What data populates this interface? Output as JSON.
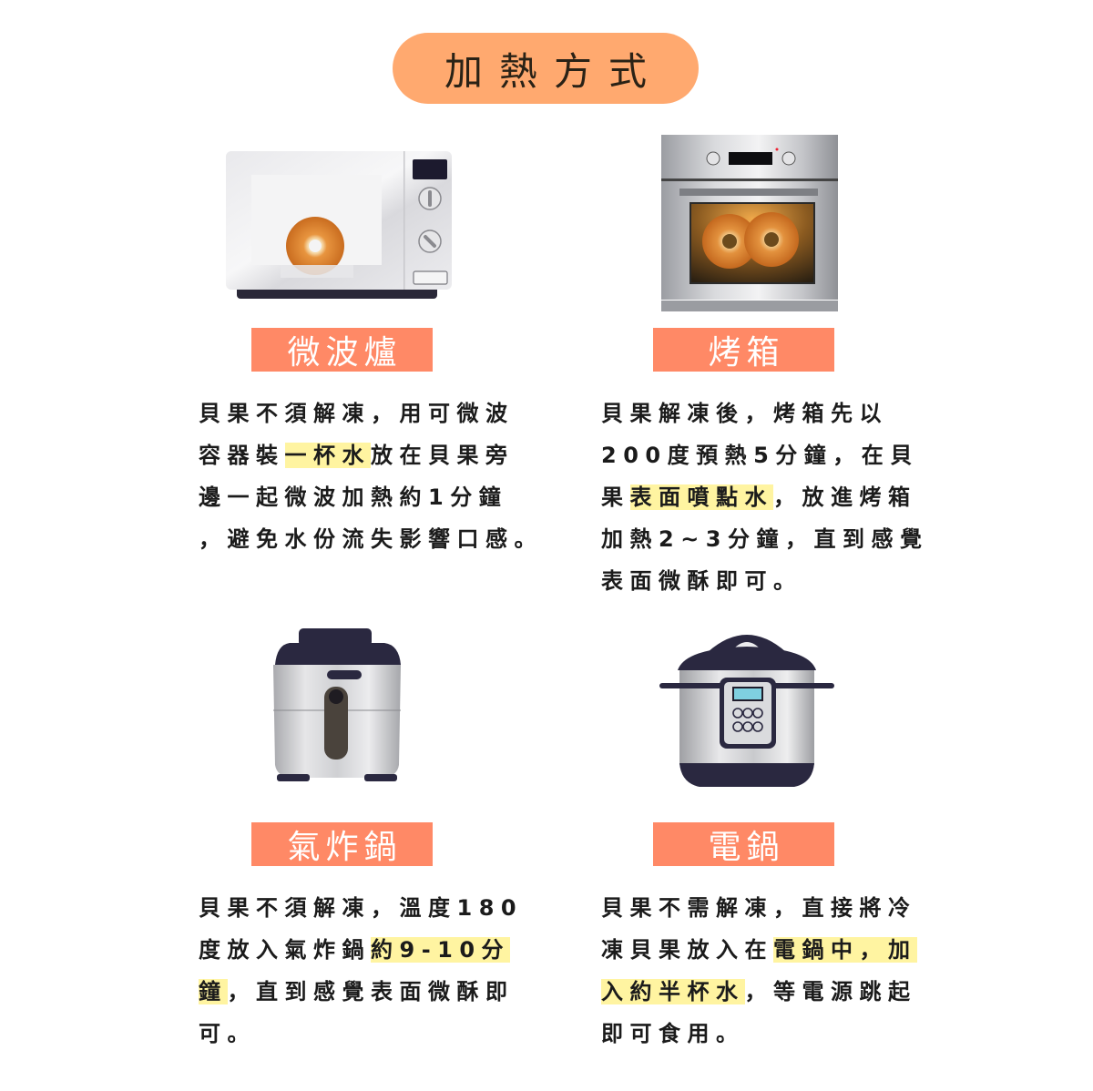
{
  "header": {
    "title": "加熱方式"
  },
  "colors": {
    "title_pill": "#FFA96F",
    "label_box": "#FF8966",
    "highlight": "#FFF4A1",
    "text": "#1b1b1b"
  },
  "methods": [
    {
      "name": "微波爐",
      "icon": "microwave-icon",
      "lines": [
        [
          {
            "t": "貝果不須解凍，用可微波"
          }
        ],
        [
          {
            "t": "容器裝"
          },
          {
            "t": "一杯水",
            "hl": true
          },
          {
            "t": "放在貝果旁"
          }
        ],
        [
          {
            "t": "邊一起微波加熱約1分鐘"
          }
        ],
        [
          {
            "t": "，避免水份流失影響口感。"
          }
        ]
      ]
    },
    {
      "name": "烤箱",
      "icon": "oven-icon",
      "lines": [
        [
          {
            "t": "貝果解凍後，烤箱先以"
          }
        ],
        [
          {
            "t": "200度預熱5分鐘，在貝"
          }
        ],
        [
          {
            "t": "果"
          },
          {
            "t": "表面噴點水",
            "hl": true
          },
          {
            "t": "，放進烤箱"
          }
        ],
        [
          {
            "t": "加熱2~3分鐘，直到感覺"
          }
        ],
        [
          {
            "t": "表面微酥即可。"
          }
        ]
      ]
    },
    {
      "name": "氣炸鍋",
      "icon": "air-fryer-icon",
      "lines": [
        [
          {
            "t": "貝果不須解凍，溫度180"
          }
        ],
        [
          {
            "t": "度放入氣炸鍋"
          },
          {
            "t": "約9-10分",
            "hl": true
          }
        ],
        [
          {
            "t": "鐘",
            "hl": true
          },
          {
            "t": "，直到感覺表面微酥即"
          }
        ],
        [
          {
            "t": "可。"
          }
        ]
      ]
    },
    {
      "name": "電鍋",
      "icon": "electric-cooker-icon",
      "lines": [
        [
          {
            "t": "貝果不需解凍，直接將冷"
          }
        ],
        [
          {
            "t": "凍貝果放入在"
          },
          {
            "t": "電鍋中，加",
            "hl": true
          }
        ],
        [
          {
            "t": "入約半杯水",
            "hl": true
          },
          {
            "t": "，等電源跳起"
          }
        ],
        [
          {
            "t": "即可食用。"
          }
        ]
      ]
    }
  ]
}
